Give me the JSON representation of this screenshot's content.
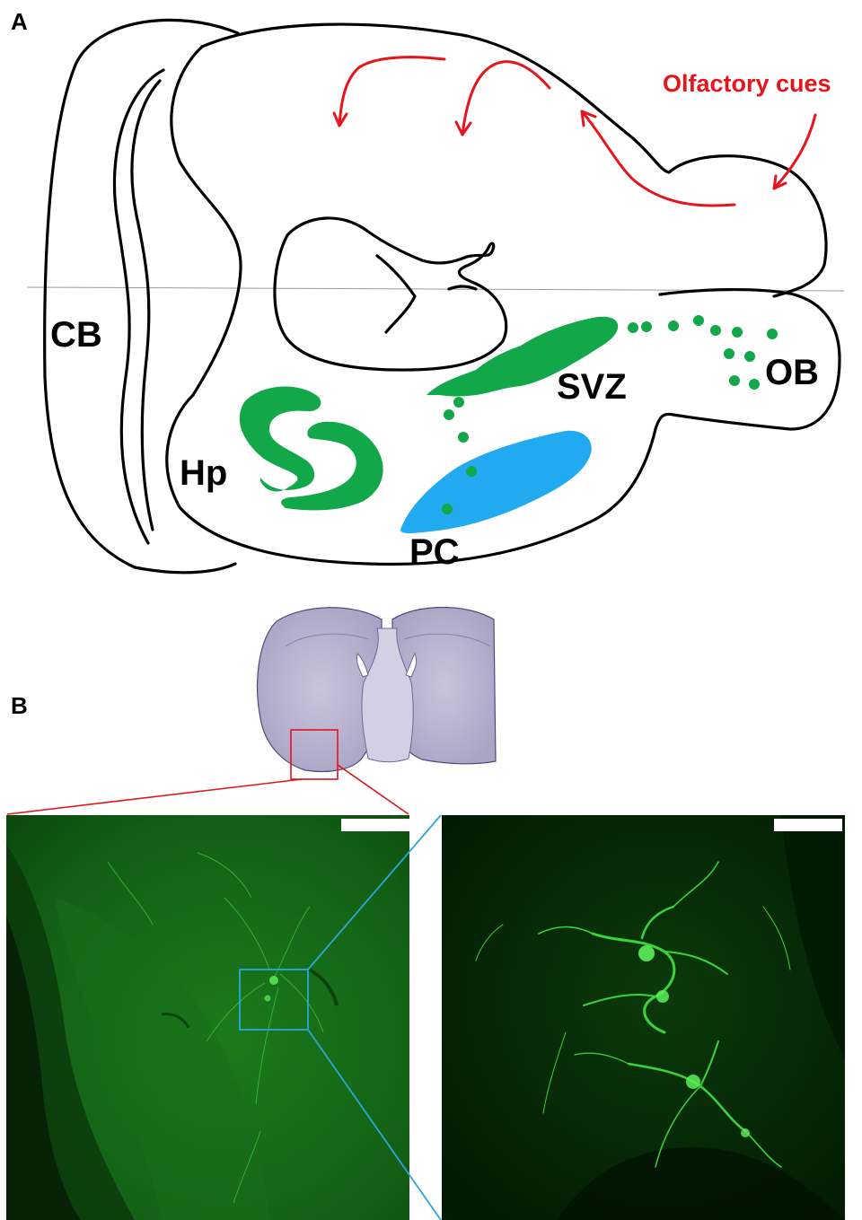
{
  "panel_a": {
    "letter": "A",
    "labels": {
      "cerebellum": "CB",
      "hippocampus": "Hp",
      "subventricular_zone": "SVZ",
      "olfactory_bulb": "OB",
      "piriform_cortex": "PC",
      "cues": "Olfactory cues"
    }
  },
  "panel_b": {
    "letter": "B"
  },
  "colors": {
    "outline": "#000000",
    "arrow_red": "#e8141c",
    "neuro_green": "#12a84a",
    "pc_blue": "#22aaf0",
    "section_line": "#9a9a9a",
    "zoom_red": "#e0141c",
    "zoom_cyan": "#29a8d8",
    "fluor_bg_left": "#0f5a10",
    "fluor_bg_right": "#052905",
    "scale_bar": "#ffffff"
  }
}
